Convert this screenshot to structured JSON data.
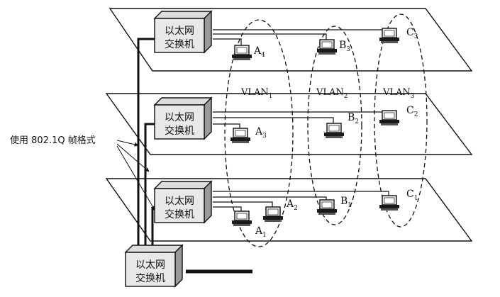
{
  "switch_label": [
    "以太网",
    "交换机"
  ],
  "vlans": [
    {
      "letter": "VLAN",
      "sub": "1"
    },
    {
      "letter": "VLAN",
      "sub": "2"
    },
    {
      "letter": "VLAN",
      "sub": "3"
    }
  ],
  "hosts": {
    "A4": {
      "letter": "A",
      "sub": "4"
    },
    "B3": {
      "letter": "B",
      "sub": "3"
    },
    "C3": {
      "letter": "C",
      "sub": "3"
    },
    "A3": {
      "letter": "A",
      "sub": "3"
    },
    "B2": {
      "letter": "B",
      "sub": "2"
    },
    "C2": {
      "letter": "C",
      "sub": "2"
    },
    "A2": {
      "letter": "A",
      "sub": "2"
    },
    "A1": {
      "letter": "A",
      "sub": "1"
    },
    "B1": {
      "letter": "B",
      "sub": "1"
    },
    "C1": {
      "letter": "C",
      "sub": "1"
    }
  },
  "frame_label": "使用 802.1Q 帧格式"
}
